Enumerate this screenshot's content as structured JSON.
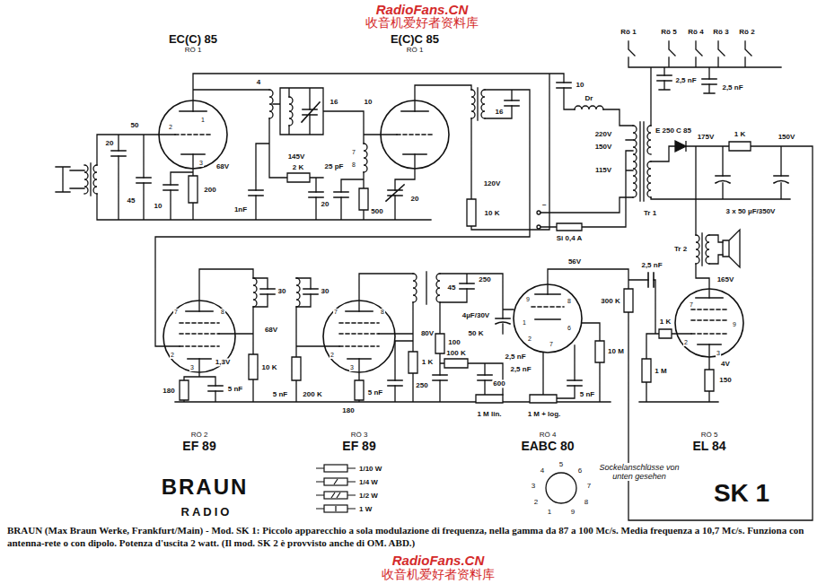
{
  "diagram": {
    "title": "SK 1",
    "caption": "BRAUN (Max Braun Werke, Frankfurt/Main) - Mod. SK 1: Piccolo apparecchio a sola modulazione di frequenza, nella gamma da 87 a 100 Mc/s. Media frequenza a 10,7 Mc/s. Funziona con antenna-rete o con dipolo. Potenza d'uscita 2 watt. (Il mod. SK 2 è provvisto anche di OM. ABD.)",
    "nodes": [
      {
        "text": [
          "EC(C) 85",
          "RÖ 1"
        ]
      },
      {
        "text": [
          "E(C)C 85",
          "RÖ 1"
        ]
      },
      {
        "text": [
          "RÖ 2",
          "EF 89"
        ]
      },
      {
        "text": [
          "RÖ 3",
          "EF 89"
        ]
      },
      {
        "text": [
          "RÖ 4",
          "EABC 80"
        ]
      },
      {
        "text": [
          "RÖ 5",
          "EL 84"
        ]
      }
    ],
    "labels": [
      "RadioFans.CN",
      "收音机爱好者资料库",
      "20",
      "50",
      "45",
      "10",
      "2",
      "1",
      "3",
      "68V",
      "200",
      "4",
      "1nF",
      "145V",
      "2 K",
      "25 pF",
      "16",
      "10",
      "7",
      "8",
      "20",
      "20",
      "500",
      "120V",
      "10 K",
      "16",
      "10",
      "Dr",
      "Rö 1",
      "Rö 5",
      "Rö 4",
      "Rö 3",
      "Rö 2",
      "2,5 nF",
      "2,5 nF",
      "220V",
      "150V",
      "115V",
      "E 250 C 85",
      "175V",
      "1 K",
      "150V",
      "3 x 50 µF/350V",
      "Tr 1",
      "Tr 2",
      "Si 0,4 A",
      "~",
      "7",
      "8",
      "2",
      "3",
      "1,3V",
      "68V",
      "30",
      "30",
      "180",
      "5 nF",
      "10 K",
      "5 nF",
      "180",
      "200 K",
      "7",
      "8",
      "2",
      "3",
      "80V",
      "5 nF",
      "1 K",
      "45",
      "250",
      "4µF/30V",
      "50 K",
      "100",
      "100 K",
      "2,5 nF",
      "250",
      "600",
      "1 M lin.",
      "1 M + log.",
      "5 nF",
      "2,5 nF",
      "8",
      "9",
      "1",
      "2",
      "6",
      "7",
      "10 M",
      "56V",
      "300 K",
      "2,5 nF",
      "1 K",
      "1 M",
      "165V",
      "7",
      "2",
      "9",
      "3",
      "4V",
      "150",
      "Sockelanschlüsse von unten gesehen",
      "1",
      "2",
      "3",
      "4",
      "5",
      "6",
      "7",
      "8",
      "9",
      "BRAUN",
      "RADIO",
      "RadioFans.CN",
      "收音机爱好者资料库"
    ],
    "legend": [
      {
        "text": "1/10 W"
      },
      {
        "text": "1/4 W"
      },
      {
        "text": "1/2 W"
      },
      {
        "text": "1 W"
      }
    ]
  }
}
